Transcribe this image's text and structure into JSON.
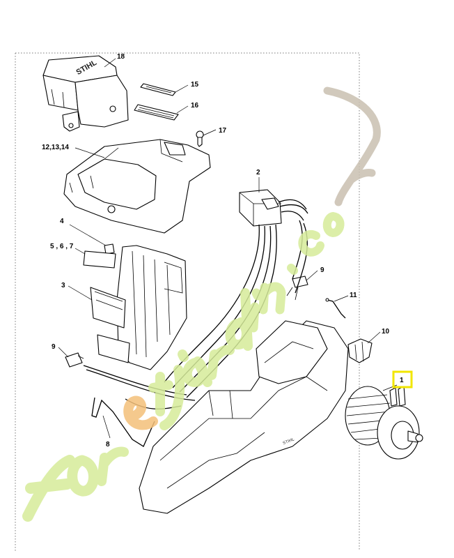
{
  "diagram": {
    "brand_mark": "STIHL",
    "callouts": {
      "p18": "18",
      "p15": "15",
      "p16": "16",
      "p17": "17",
      "p12_13_14": "12,13,14",
      "p2": "2",
      "p4": "4",
      "p5_6_7": "5 , 6 , 7",
      "p3": "3",
      "p9a": "9",
      "p11": "11",
      "p10": "10",
      "p9b": "9",
      "p1": "1",
      "p8": "8"
    },
    "highlight_color": "#f2e600",
    "watermark": {
      "text": "foretjardin.com",
      "color_main": "#d6ec9a",
      "color_accent": "#f4c07a",
      "color_tail": "#c9bfb0"
    }
  }
}
